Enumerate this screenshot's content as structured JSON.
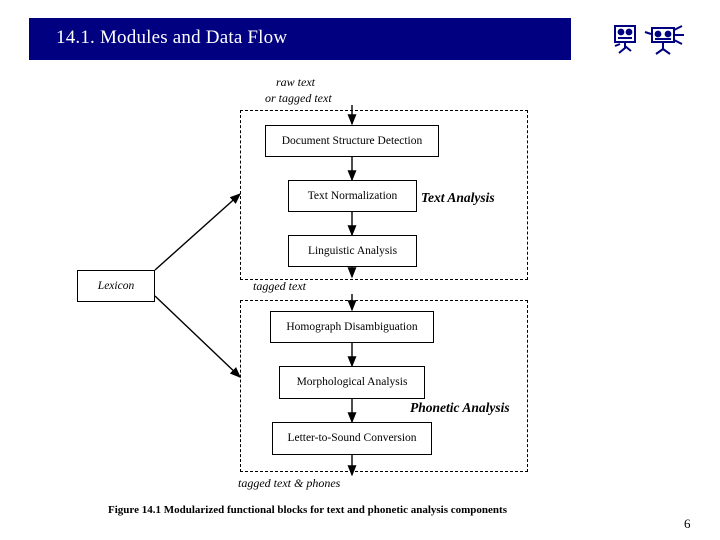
{
  "slide": {
    "title": "14.1. Modules and Data Flow",
    "page_number": "6",
    "title_bar_color": "#000080",
    "title_text_color": "#ffffff"
  },
  "decor": {
    "icons": [
      "abstract-glyph-left",
      "abstract-glyph-right"
    ]
  },
  "figure": {
    "caption": "Figure 14.1 Modularized functional blocks for text and phonetic analysis components",
    "flow_labels": {
      "input": "raw text\nor tagged text",
      "input_line1": "raw text",
      "input_line2": "or tagged text",
      "middle": "tagged text",
      "output": "tagged text & phones"
    },
    "region_labels": [
      "Text Analysis",
      "Phonetic Analysis"
    ],
    "boxes": [
      {
        "id": "document-structure-detection",
        "label": "Document Structure Detection"
      },
      {
        "id": "text-normalization",
        "label": "Text Normalization"
      },
      {
        "id": "linguistic-analysis",
        "label": "Linguistic Analysis"
      },
      {
        "id": "lexicon",
        "label": "Lexicon"
      },
      {
        "id": "homograph-disambiguation",
        "label": "Homograph Disambiguation"
      },
      {
        "id": "morphological-analysis",
        "label": "Morphological Analysis"
      },
      {
        "id": "letter-to-sound-conversion",
        "label": "Letter-to-Sound Conversion"
      }
    ]
  },
  "chart_data": {
    "type": "diagram",
    "title": "Figure 14.1 Modularized functional blocks for text and phonetic analysis components",
    "nodes": [
      "Document Structure Detection",
      "Text Normalization",
      "Linguistic Analysis",
      "Lexicon",
      "Homograph Disambiguation",
      "Morphological Analysis",
      "Letter-to-Sound Conversion"
    ],
    "groups": [
      {
        "name": "Text Analysis",
        "nodes": [
          "Document Structure Detection",
          "Text Normalization",
          "Linguistic Analysis"
        ]
      },
      {
        "name": "Phonetic Analysis",
        "nodes": [
          "Homograph Disambiguation",
          "Morphological Analysis",
          "Letter-to-Sound Conversion"
        ]
      }
    ],
    "edges": [
      {
        "from": "raw text / or tagged text",
        "to": "Document Structure Detection"
      },
      {
        "from": "Document Structure Detection",
        "to": "Text Normalization"
      },
      {
        "from": "Text Normalization",
        "to": "Linguistic Analysis"
      },
      {
        "from": "Linguistic Analysis",
        "to": "tagged text"
      },
      {
        "from": "tagged text",
        "to": "Homograph Disambiguation"
      },
      {
        "from": "Homograph Disambiguation",
        "to": "Morphological Analysis"
      },
      {
        "from": "Morphological Analysis",
        "to": "Letter-to-Sound Conversion"
      },
      {
        "from": "Letter-to-Sound Conversion",
        "to": "tagged text & phones"
      },
      {
        "from": "Lexicon",
        "to": "Text Analysis block"
      },
      {
        "from": "Lexicon",
        "to": "Phonetic Analysis block"
      }
    ]
  }
}
